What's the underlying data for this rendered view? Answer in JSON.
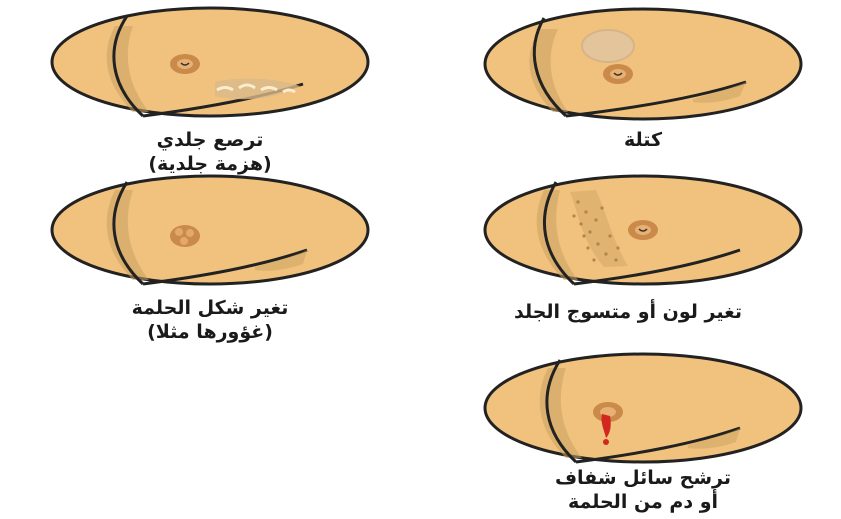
{
  "colors": {
    "skin": "#f1c27d",
    "skin_shade": "#caa15f",
    "outline": "#222222",
    "areola": "#c98a4a",
    "blood": "#d2271e",
    "text": "#1a1a1a"
  },
  "panels": [
    {
      "id": "lump",
      "icon": "breast-lump-icon",
      "caption_lines": [
        "كتلة"
      ]
    },
    {
      "id": "dimpling",
      "icon": "skin-dimpling-icon",
      "caption_lines": [
        "ترصع جلدي",
        "(هزمة جلدية)"
      ]
    },
    {
      "id": "skin-color",
      "icon": "skin-color-change-icon",
      "caption_lines": [
        "تغير لون أو متسوج الجلد"
      ]
    },
    {
      "id": "nipple-shape",
      "icon": "nipple-shape-change-icon",
      "caption_lines": [
        "تغير شكل الحلمة",
        "(غؤورها مثلا)"
      ]
    },
    {
      "id": "discharge",
      "icon": "nipple-discharge-icon",
      "caption_lines": [
        "ترشح سائل شفاف",
        "أو دم من الحلمة"
      ]
    }
  ]
}
